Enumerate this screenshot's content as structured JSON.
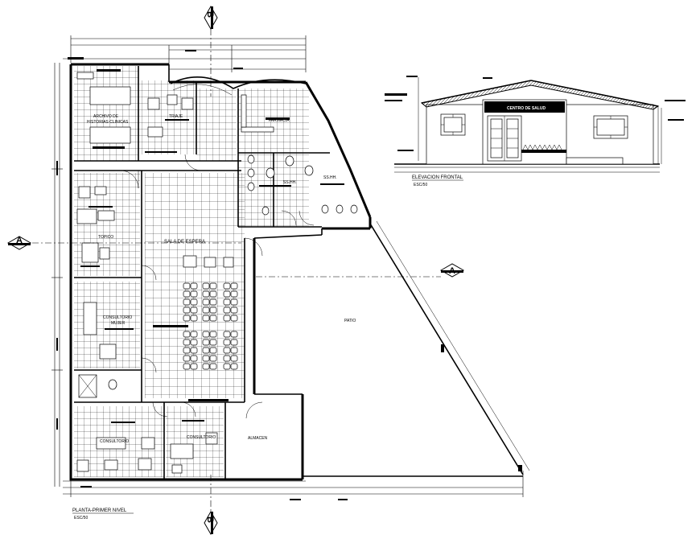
{
  "markers": {
    "section_a": "A",
    "section_b": "B"
  },
  "rooms": {
    "archivo_line1": "ARCHIVO DE",
    "archivo_line2": "HISTORIAS CLINICAS",
    "triaje": "TRIAJE",
    "farmacia": "FARMACIA",
    "topico": "TOPICO",
    "sala_espera": "SALA DE ESPERA",
    "consultorio_mujer_line1": "CONSULTORIO",
    "consultorio_mujer_line2": "MUJER",
    "consultorio_1": "CONSULTORIO",
    "consultorio_2": "CONSULTORIO",
    "almacen": "ALMACEN",
    "patio": "PATIO",
    "ss_hh_1": "SS.HH.",
    "ss_hh_2": "SS.HH."
  },
  "elevation": {
    "sign": "CENTRO DE SALUD",
    "title": "ELEVACION FRONTAL",
    "scale": "ESC/50"
  },
  "plan": {
    "title": "PLANTA-PRIMER NIVEL",
    "scale": "ESC/50"
  },
  "colors": {
    "line": "#000000",
    "background": "#ffffff"
  }
}
